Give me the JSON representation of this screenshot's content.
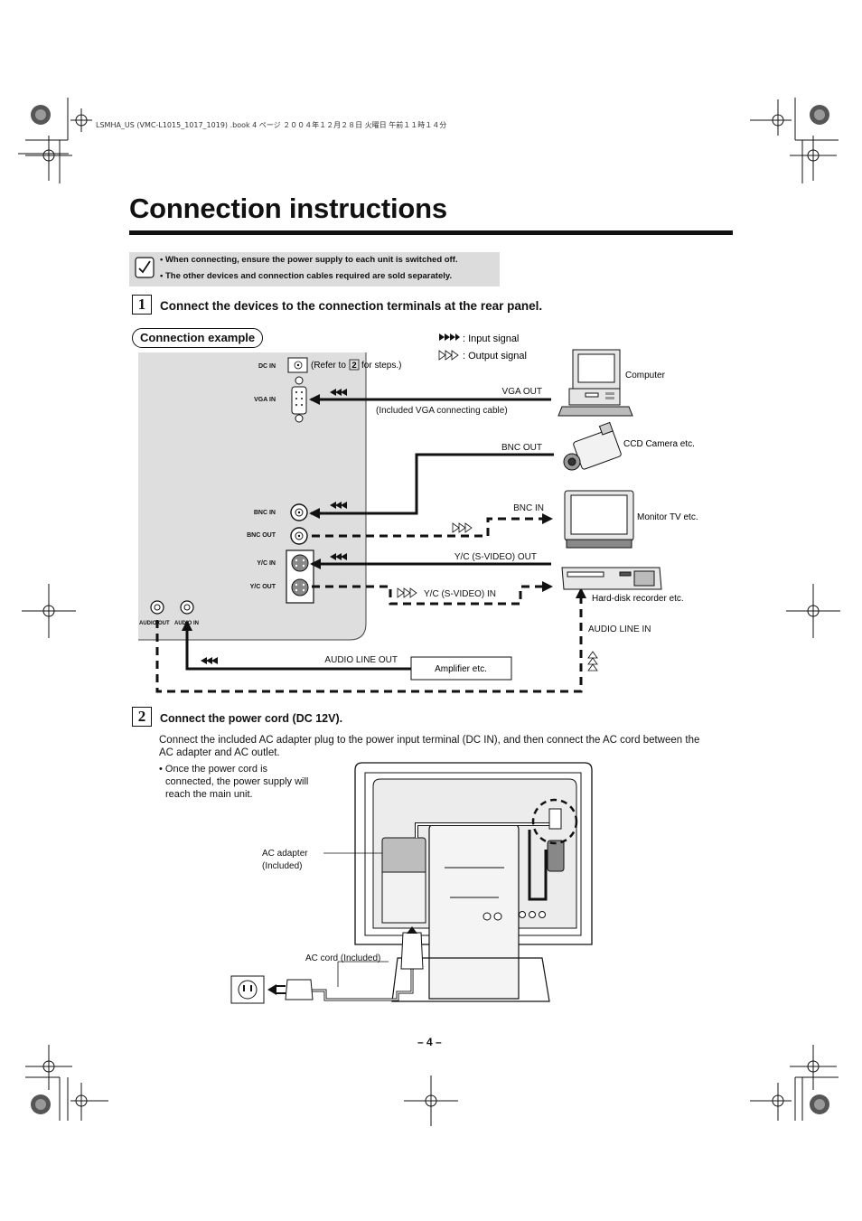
{
  "print_header": "LSMHA_US (VMC-L1015_1017_1019) .book  4 ページ  ２００４年１２月２８日  火曜日  午前１１時１４分",
  "title": "Connection instructions",
  "note": {
    "icon": "pencil-check-icon",
    "lines": [
      "• When connecting, ensure the power supply to each unit is switched off.",
      "• The other devices and connection cables required are sold separately."
    ]
  },
  "step1": {
    "number": "1",
    "heading": "Connect the devices to the connection terminals at the rear panel."
  },
  "connection_example_label": "Connection example",
  "legend": {
    "input": ": Input signal",
    "output": ": Output signal"
  },
  "panel_labels": {
    "dc_in": "DC IN",
    "refer_pre": "(Refer to",
    "refer_num": "2",
    "refer_post": "for steps.)",
    "vga_in": "VGA IN",
    "bnc_in": "BNC IN",
    "bnc_out": "BNC OUT",
    "yc_in": "Y/C IN",
    "yc_out": "Y/C OUT",
    "audio_out": "AUDIO OUT",
    "audio_in": "AUDIO IN"
  },
  "cable_labels": {
    "vga_out": "VGA OUT",
    "vga_cable": "(Included VGA connecting cable)",
    "bnc_out": "BNC OUT",
    "bnc_in": "BNC IN",
    "yc_svideo_out": "Y/C (S-VIDEO) OUT",
    "yc_svideo_in": "Y/C (S-VIDEO) IN",
    "audio_line_in": "AUDIO LINE IN",
    "audio_line_out": "AUDIO LINE OUT"
  },
  "devices": {
    "computer": "Computer",
    "ccd_camera": "CCD Camera etc.",
    "monitor_tv": "Monitor TV etc.",
    "hdd_recorder": "Hard-disk recorder etc.",
    "amplifier": "Amplifier etc."
  },
  "step2": {
    "number": "2",
    "heading": "Connect the power cord (DC 12V).",
    "body_line1": "Connect the included AC adapter plug to the power input terminal (DC IN), and then connect the AC cord between the",
    "body_line2": "AC adapter and AC outlet.",
    "bullet_lines": [
      "• Once the power cord is",
      "connected, the power supply will",
      "reach the main unit."
    ],
    "ac_adapter_line1": "AC adapter",
    "ac_adapter_line2": "(Included)",
    "ac_cord": "AC cord (Included)"
  },
  "page_number": "– 4 –"
}
